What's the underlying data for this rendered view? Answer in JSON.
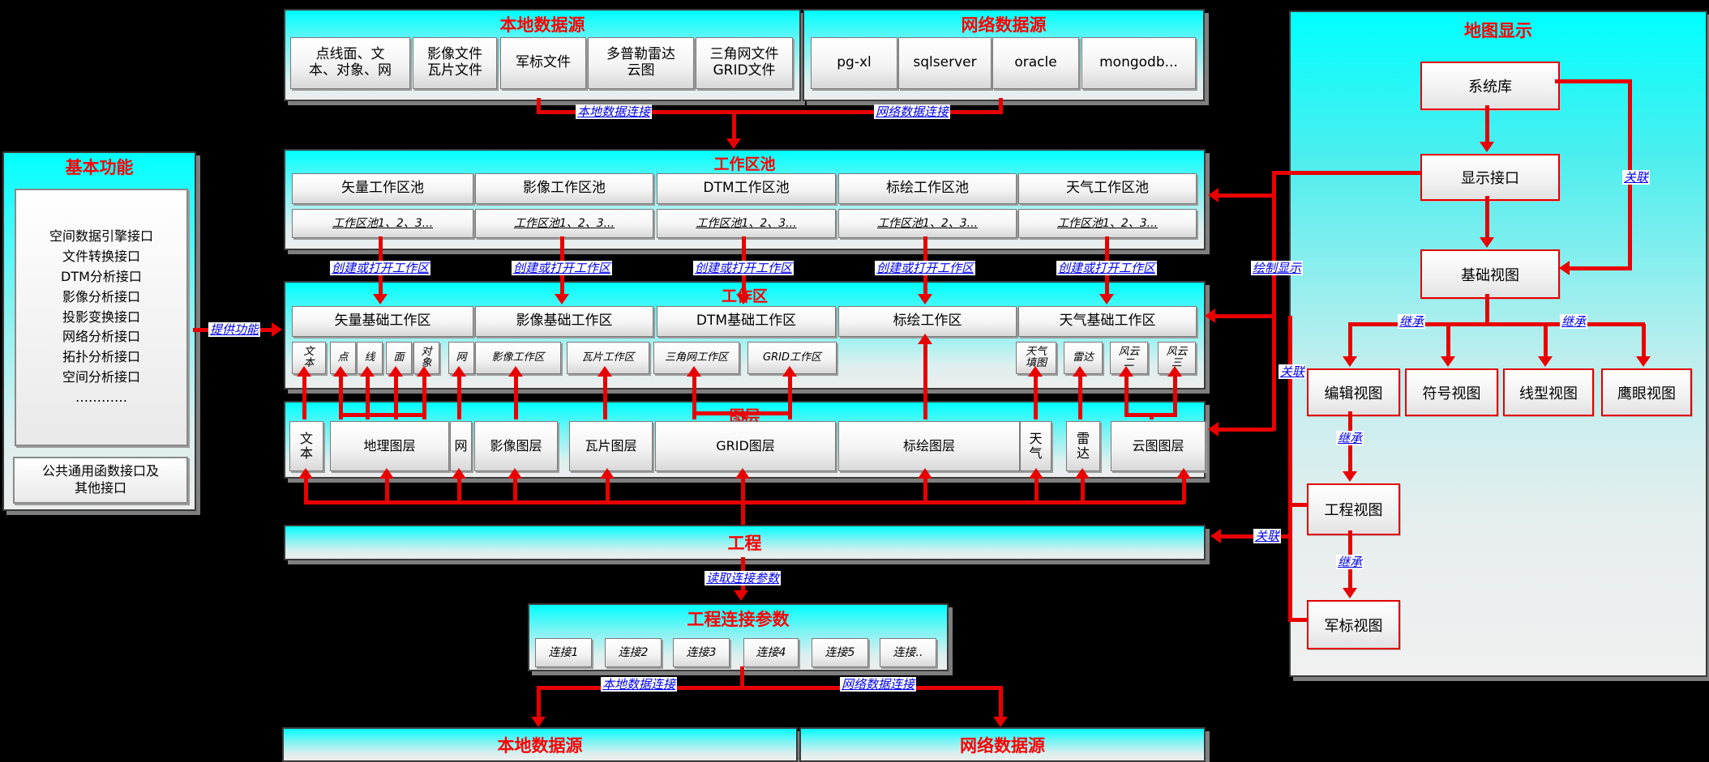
{
  "colors": {
    "line_red": "#e80000",
    "title_red": "#ff0000",
    "label_blue": "#0000ee",
    "panel_cyan": "#00ffff"
  },
  "top_local": {
    "title": "本地数据源",
    "items": [
      "点线面、文\n本、对象、网",
      "影像文件\n瓦片文件",
      "军标文件",
      "多普勒雷达\n云图",
      "三角网文件\nGRID文件"
    ]
  },
  "top_network": {
    "title": "网络数据源",
    "items": [
      "pg-xl",
      "sqlserver",
      "oracle",
      "mongodb..."
    ]
  },
  "basic_functions": {
    "title": "基本功能",
    "interface_list": "空间数据引擎接口\n文件转换接口\nDTM分析接口\n影像分析接口\n投影变换接口\n网络分析接口\n拓扑分析接口\n空间分析接口\n…………",
    "common_box": "公共通用函数接口及\n其他接口"
  },
  "workspace_pool": {
    "title": "工作区池",
    "pools": [
      "矢量工作区池",
      "影像工作区池",
      "DTM工作区池",
      "标绘工作区池",
      "天气工作区池"
    ],
    "instances": "工作区池1、2、3..."
  },
  "workspace": {
    "title": "工作区",
    "items": [
      "矢量基础工作区",
      "影像基础工作区",
      "DTM基础工作区",
      "标绘工作区",
      "天气基础工作区"
    ],
    "sub_items": [
      "文\n本",
      "点",
      "线",
      "面",
      "对\n象",
      "网",
      "影像工作区",
      "瓦片工作区",
      "三角网工作区",
      "GRID工作区",
      "天气\n填图",
      "雷达",
      "风云\n二",
      "风云\n三"
    ]
  },
  "layers": {
    "title": "图层",
    "items": [
      "文\n本",
      "地理图层",
      "网",
      "影像图层",
      "瓦片图层",
      "GRID图层",
      "标绘图层",
      "天\n气",
      "雷\n达",
      "云图图层"
    ]
  },
  "project": {
    "title": "工程"
  },
  "project_params": {
    "title": "工程连接参数",
    "items": [
      "连接1",
      "连接2",
      "连接3",
      "连接4",
      "连接5",
      "连接.."
    ]
  },
  "bottom_local": {
    "title": "本地数据源"
  },
  "bottom_network": {
    "title": "网络数据源"
  },
  "map_display": {
    "title": "地图显示",
    "nodes": {
      "system_lib": "系统库",
      "display_interface": "显示接口",
      "base_view": "基础视图",
      "edit_view": "编辑视图",
      "symbol_view": "符号视图",
      "line_view": "线型视图",
      "eagle_view": "鹰眼视图",
      "project_view": "工程视图",
      "military_view": "军标视图"
    }
  },
  "edge_labels": {
    "local_conn": "本地数据连接",
    "network_conn": "网络数据连接",
    "create_open": "创建或打开工作区",
    "provide": "提供功能",
    "draw_display": "绘制显示",
    "assoc": "关联",
    "inherit": "继承",
    "read_params": "读取连接参数"
  }
}
